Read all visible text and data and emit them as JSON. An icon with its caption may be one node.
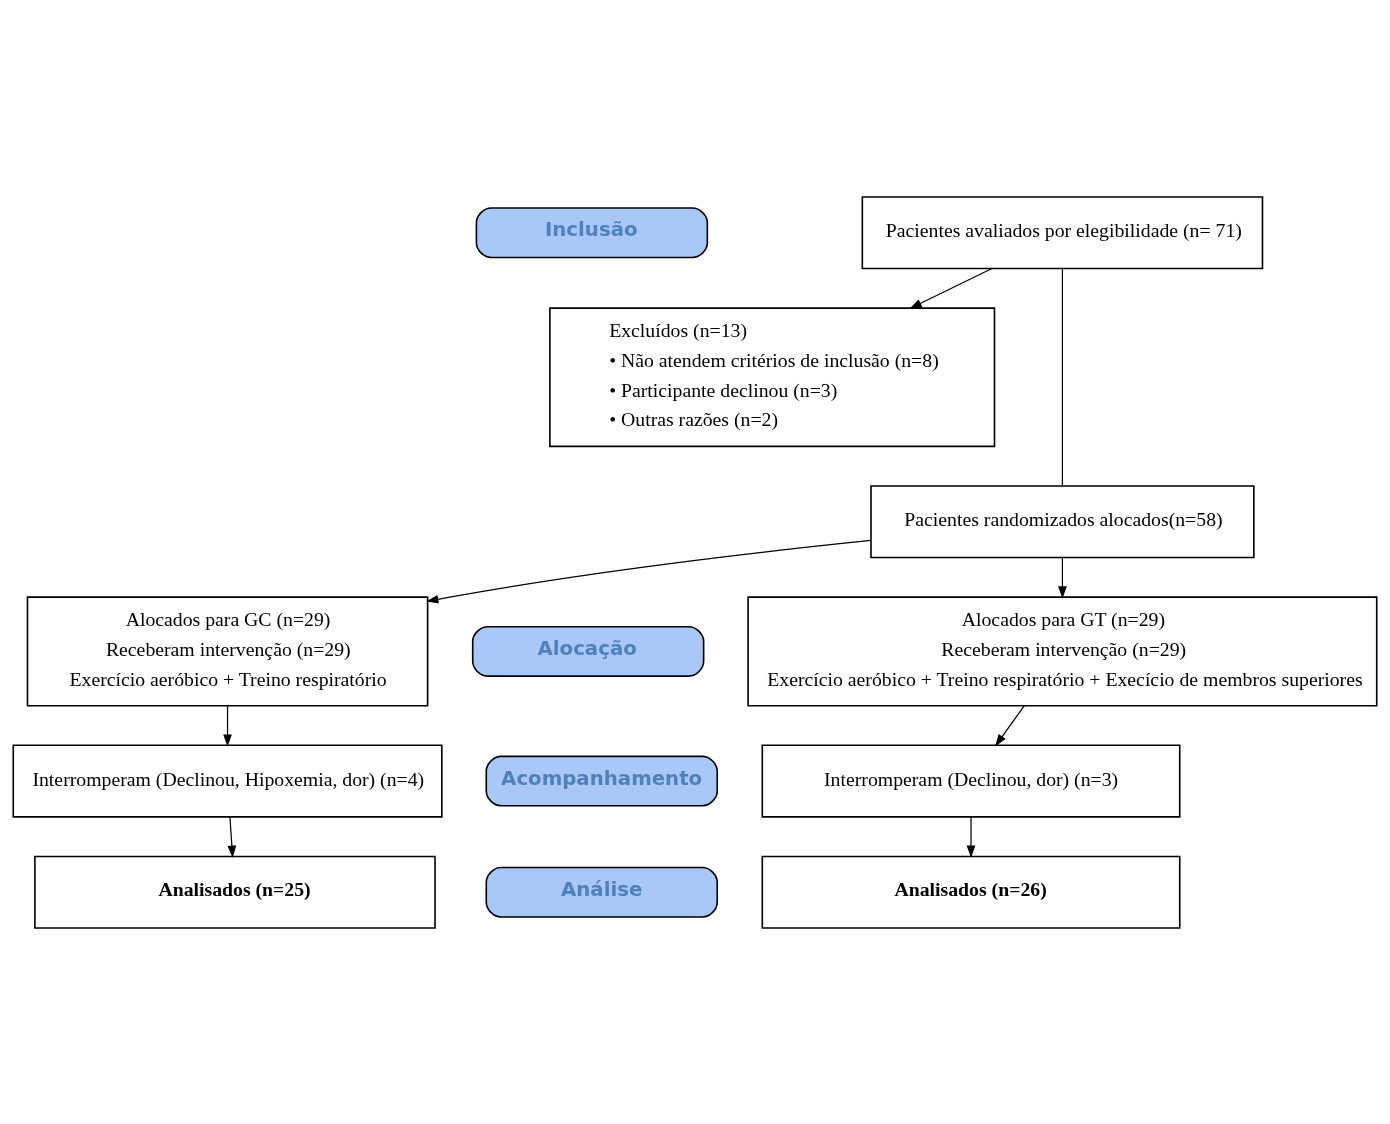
{
  "diagram": {
    "nodes": [
      {
        "text": [
          "Inclusão"
        ]
      },
      {
        "text": [
          "Pacientes avaliados por elegibilidade (n= 71)"
        ]
      },
      {
        "text": [
          "Excluídos (n=13)",
          "• Não atendem critérios de inclusão (n=8)",
          "• Participante declinou (n=3)",
          "• Outras razões (n=2)"
        ]
      },
      {
        "text": [
          "Pacientes randomizados alocados(n=58)"
        ]
      },
      {
        "text": [
          "Alocação"
        ]
      },
      {
        "text": [
          "Alocados para GC (n=29)",
          "Receberam intervenção (n=29)",
          "Exercício aeróbico + Treino respiratório"
        ]
      },
      {
        "text": [
          "Alocados para GT (n=29)",
          "Receberam intervenção (n=29)",
          "Exercício aeróbico + Treino respiratório + Execício de membros superiores"
        ]
      },
      {
        "text": [
          "Acompanhamento"
        ]
      },
      {
        "text": [
          "Interromperam (Declinou, Hipoxemia, dor) (n=4)"
        ]
      },
      {
        "text": [
          "Interromperam (Declinou, dor) (n=3)"
        ]
      },
      {
        "text": [
          "Análise"
        ]
      },
      {
        "text": [
          "Analisados (n=25)"
        ]
      },
      {
        "text": [
          "Analisados (n=26)"
        ]
      }
    ],
    "edges": [
      {
        "from": 1,
        "to": 3,
        "arrow": "none"
      },
      {
        "from": 1,
        "to": 2,
        "arrow": "to"
      },
      {
        "from": 3,
        "to": 5,
        "arrow": "to"
      },
      {
        "from": 3,
        "to": 6,
        "arrow": "to"
      },
      {
        "from": 5,
        "to": 8,
        "arrow": "to"
      },
      {
        "from": 6,
        "to": 9,
        "arrow": "to"
      },
      {
        "from": 8,
        "to": 11,
        "arrow": "to"
      },
      {
        "from": 9,
        "to": 12,
        "arrow": "to"
      }
    ]
  }
}
